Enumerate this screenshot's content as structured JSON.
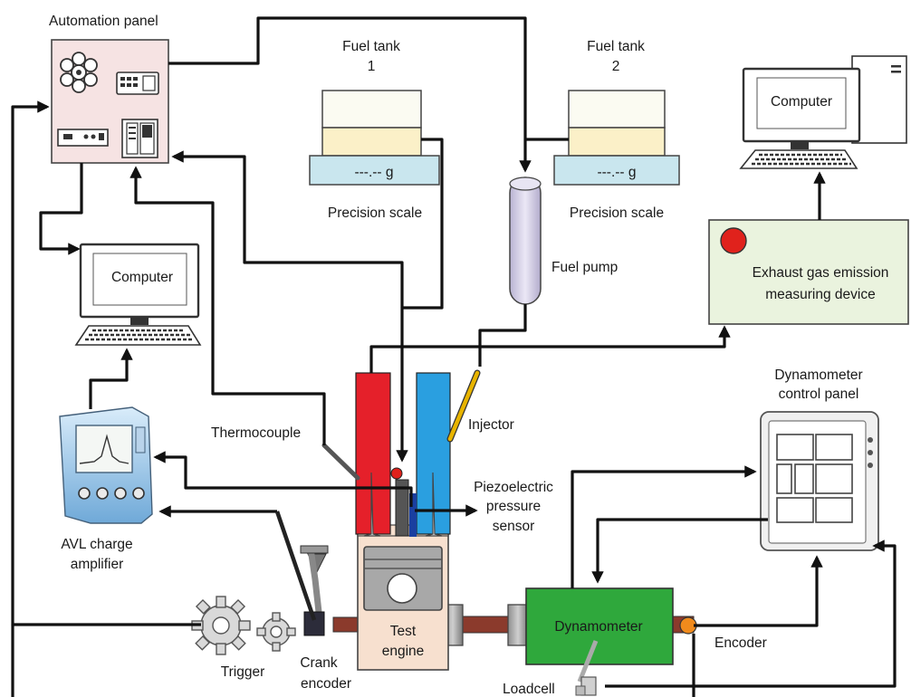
{
  "labels": {
    "automation_panel": "Automation panel",
    "fuel_tank_1_line1": "Fuel tank",
    "fuel_tank_1_line2": "1",
    "fuel_tank_2_line1": "Fuel tank",
    "fuel_tank_2_line2": "2",
    "scale_1_readout": "---.-- g",
    "scale_2_readout": "---.-- g",
    "precision_scale_1": "Precision scale",
    "precision_scale_2": "Precision scale",
    "fuel_pump": "Fuel pump",
    "computer_top": "Computer",
    "computer_left": "Computer",
    "exhaust_line1": "Exhaust gas emission",
    "exhaust_line2": "measuring device",
    "dyno_panel_line1": "Dynamometer",
    "dyno_panel_line2": "control panel",
    "thermocouple": "Thermocouple",
    "injector": "Injector",
    "piezo_line1": "Piezoelectric",
    "piezo_line2": "pressure",
    "piezo_line3": "sensor",
    "avl_line1": "AVL charge",
    "avl_line2": "amplifier",
    "test_engine_line1": "Test",
    "test_engine_line2": "engine",
    "dynamometer": "Dynamometer",
    "encoder": "Encoder",
    "trigger": "Trigger",
    "crank_encoder_line1": "Crank",
    "crank_encoder_line2": "encoder",
    "loadcell": "Loadcell"
  },
  "colors": {
    "automation_panel": "#f6e3e3",
    "tank_top": "#fbfbf2",
    "tank_fuel": "#fbf0c8",
    "scale": "#c9e6ee",
    "fuel_pump": "#d8d3e8",
    "exhaust_device": "#eaf3de",
    "exhaust_indicator": "#e0221c",
    "intake_runner": "#e5202a",
    "exhaust_runner": "#2a9fe0",
    "injector": "#e8b400",
    "engine_block": "#f7e0cf",
    "shaft": "#8b3a2c",
    "dynamometer": "#2fa83c",
    "encoder_dot": "#f08a1c",
    "dyno_panel": "#f0f0f0"
  }
}
